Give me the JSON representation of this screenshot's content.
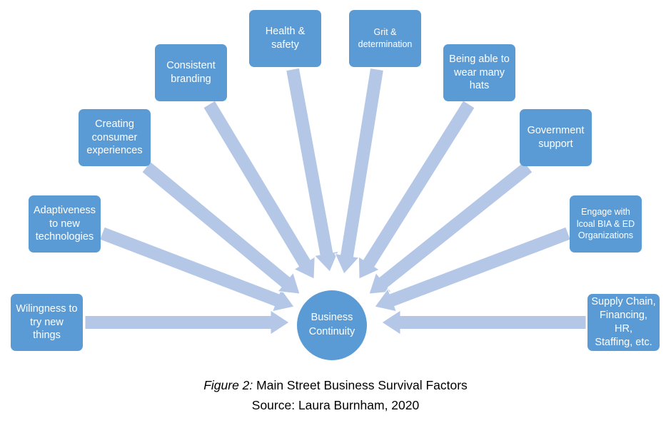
{
  "diagram": {
    "center": {
      "label_line1": "Business",
      "label_line2": "Continuity"
    },
    "factors": [
      {
        "id": "willingness",
        "lines": [
          "Wilingness to",
          "try new",
          "things"
        ]
      },
      {
        "id": "adaptiveness",
        "lines": [
          "Adaptiveness",
          "to new",
          "technologies"
        ]
      },
      {
        "id": "consumer-experiences",
        "lines": [
          "Creating",
          "consumer",
          "experiences"
        ]
      },
      {
        "id": "consistent-branding",
        "lines": [
          "Consistent",
          "branding"
        ]
      },
      {
        "id": "health-safety",
        "lines": [
          "Health &",
          "safety"
        ]
      },
      {
        "id": "grit-determination",
        "lines": [
          "Grit &",
          "determination"
        ]
      },
      {
        "id": "many-hats",
        "lines": [
          "Being able to",
          "wear many",
          "hats"
        ]
      },
      {
        "id": "government-support",
        "lines": [
          "Government",
          "support"
        ]
      },
      {
        "id": "engage-bia-ed",
        "lines": [
          "Engage with",
          "lcoal BIA & ED",
          "Organizations"
        ]
      },
      {
        "id": "supply-chain",
        "lines": [
          "Supply Chain,",
          "Financing, HR,",
          "Staffing, etc."
        ]
      }
    ],
    "colors": {
      "node": "#5b9bd5",
      "arrow": "#b4c7e7",
      "text": "#ffffff"
    }
  },
  "caption": {
    "figure_label": "Figure 2:",
    "title": " Main Street Business Survival Factors",
    "source": "Source: Laura Burnham, 2020"
  }
}
